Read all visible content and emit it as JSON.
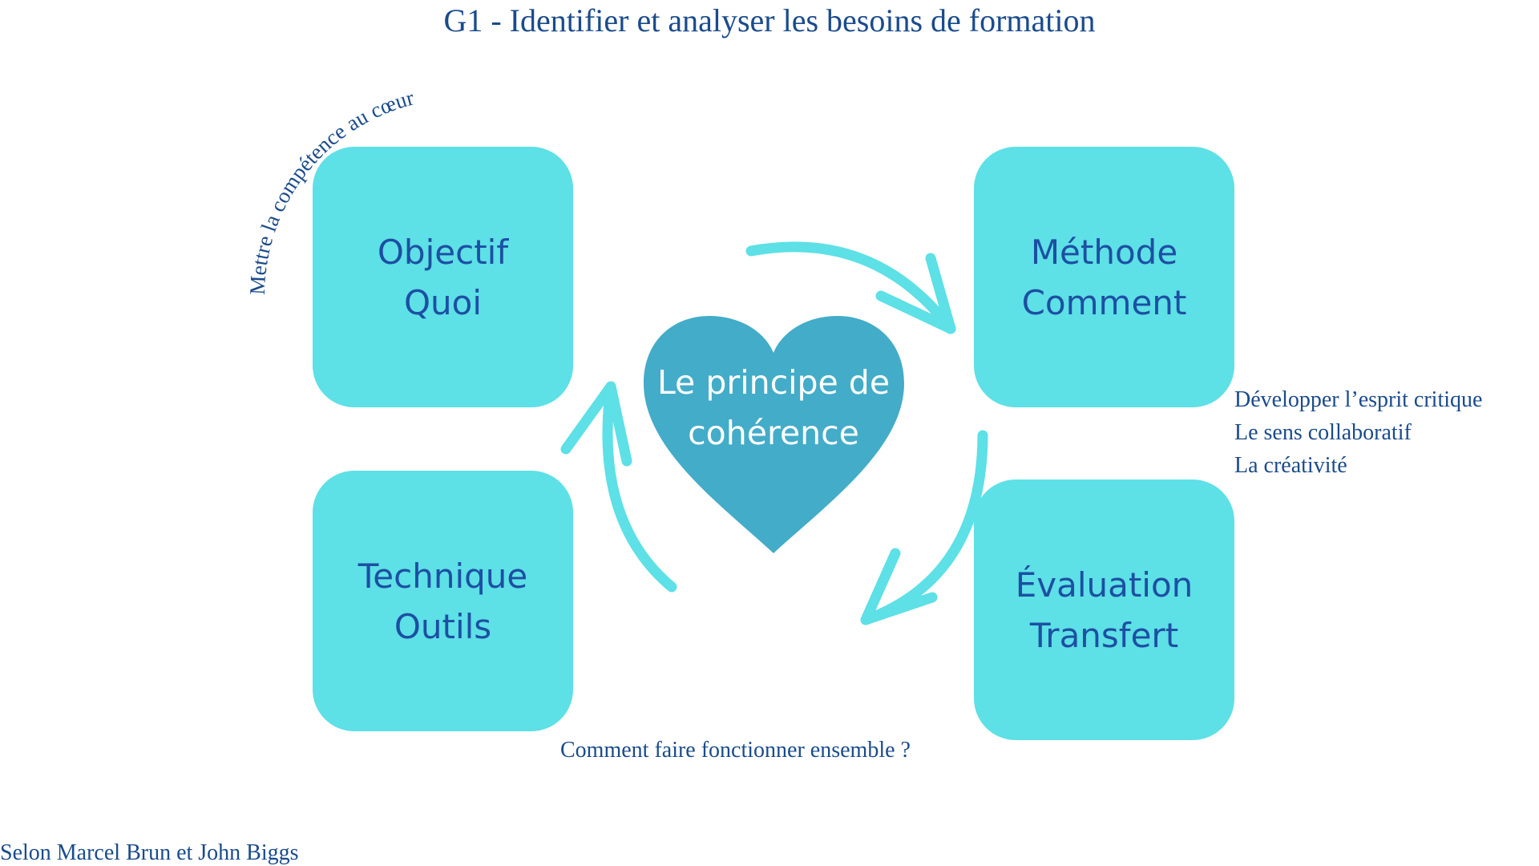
{
  "title": "G1 - Identifier et analyser les besoins de formation",
  "curved_caption": "Mettre la compétence au cœur",
  "boxes": {
    "top_left": {
      "line1": "Objectif",
      "line2": "Quoi"
    },
    "top_right": {
      "line1": "Méthode",
      "line2": "Comment"
    },
    "bottom_left": {
      "line1": "Technique",
      "line2": "Outils"
    },
    "bottom_right": {
      "line1": "Évaluation",
      "line2": "Transfert"
    }
  },
  "heart": {
    "line1": "Le principe de",
    "line2": "cohérence"
  },
  "side_notes": [
    "Développer l’esprit critique",
    "Le sens collaboratif",
    "La créativité"
  ],
  "bottom_question": "Comment faire fonctionner ensemble ?",
  "credit": "Selon Marcel Brun et John Biggs",
  "colors": {
    "box": "#5de0e6",
    "heart": "#43acc8",
    "text": "#1a4b8c"
  }
}
